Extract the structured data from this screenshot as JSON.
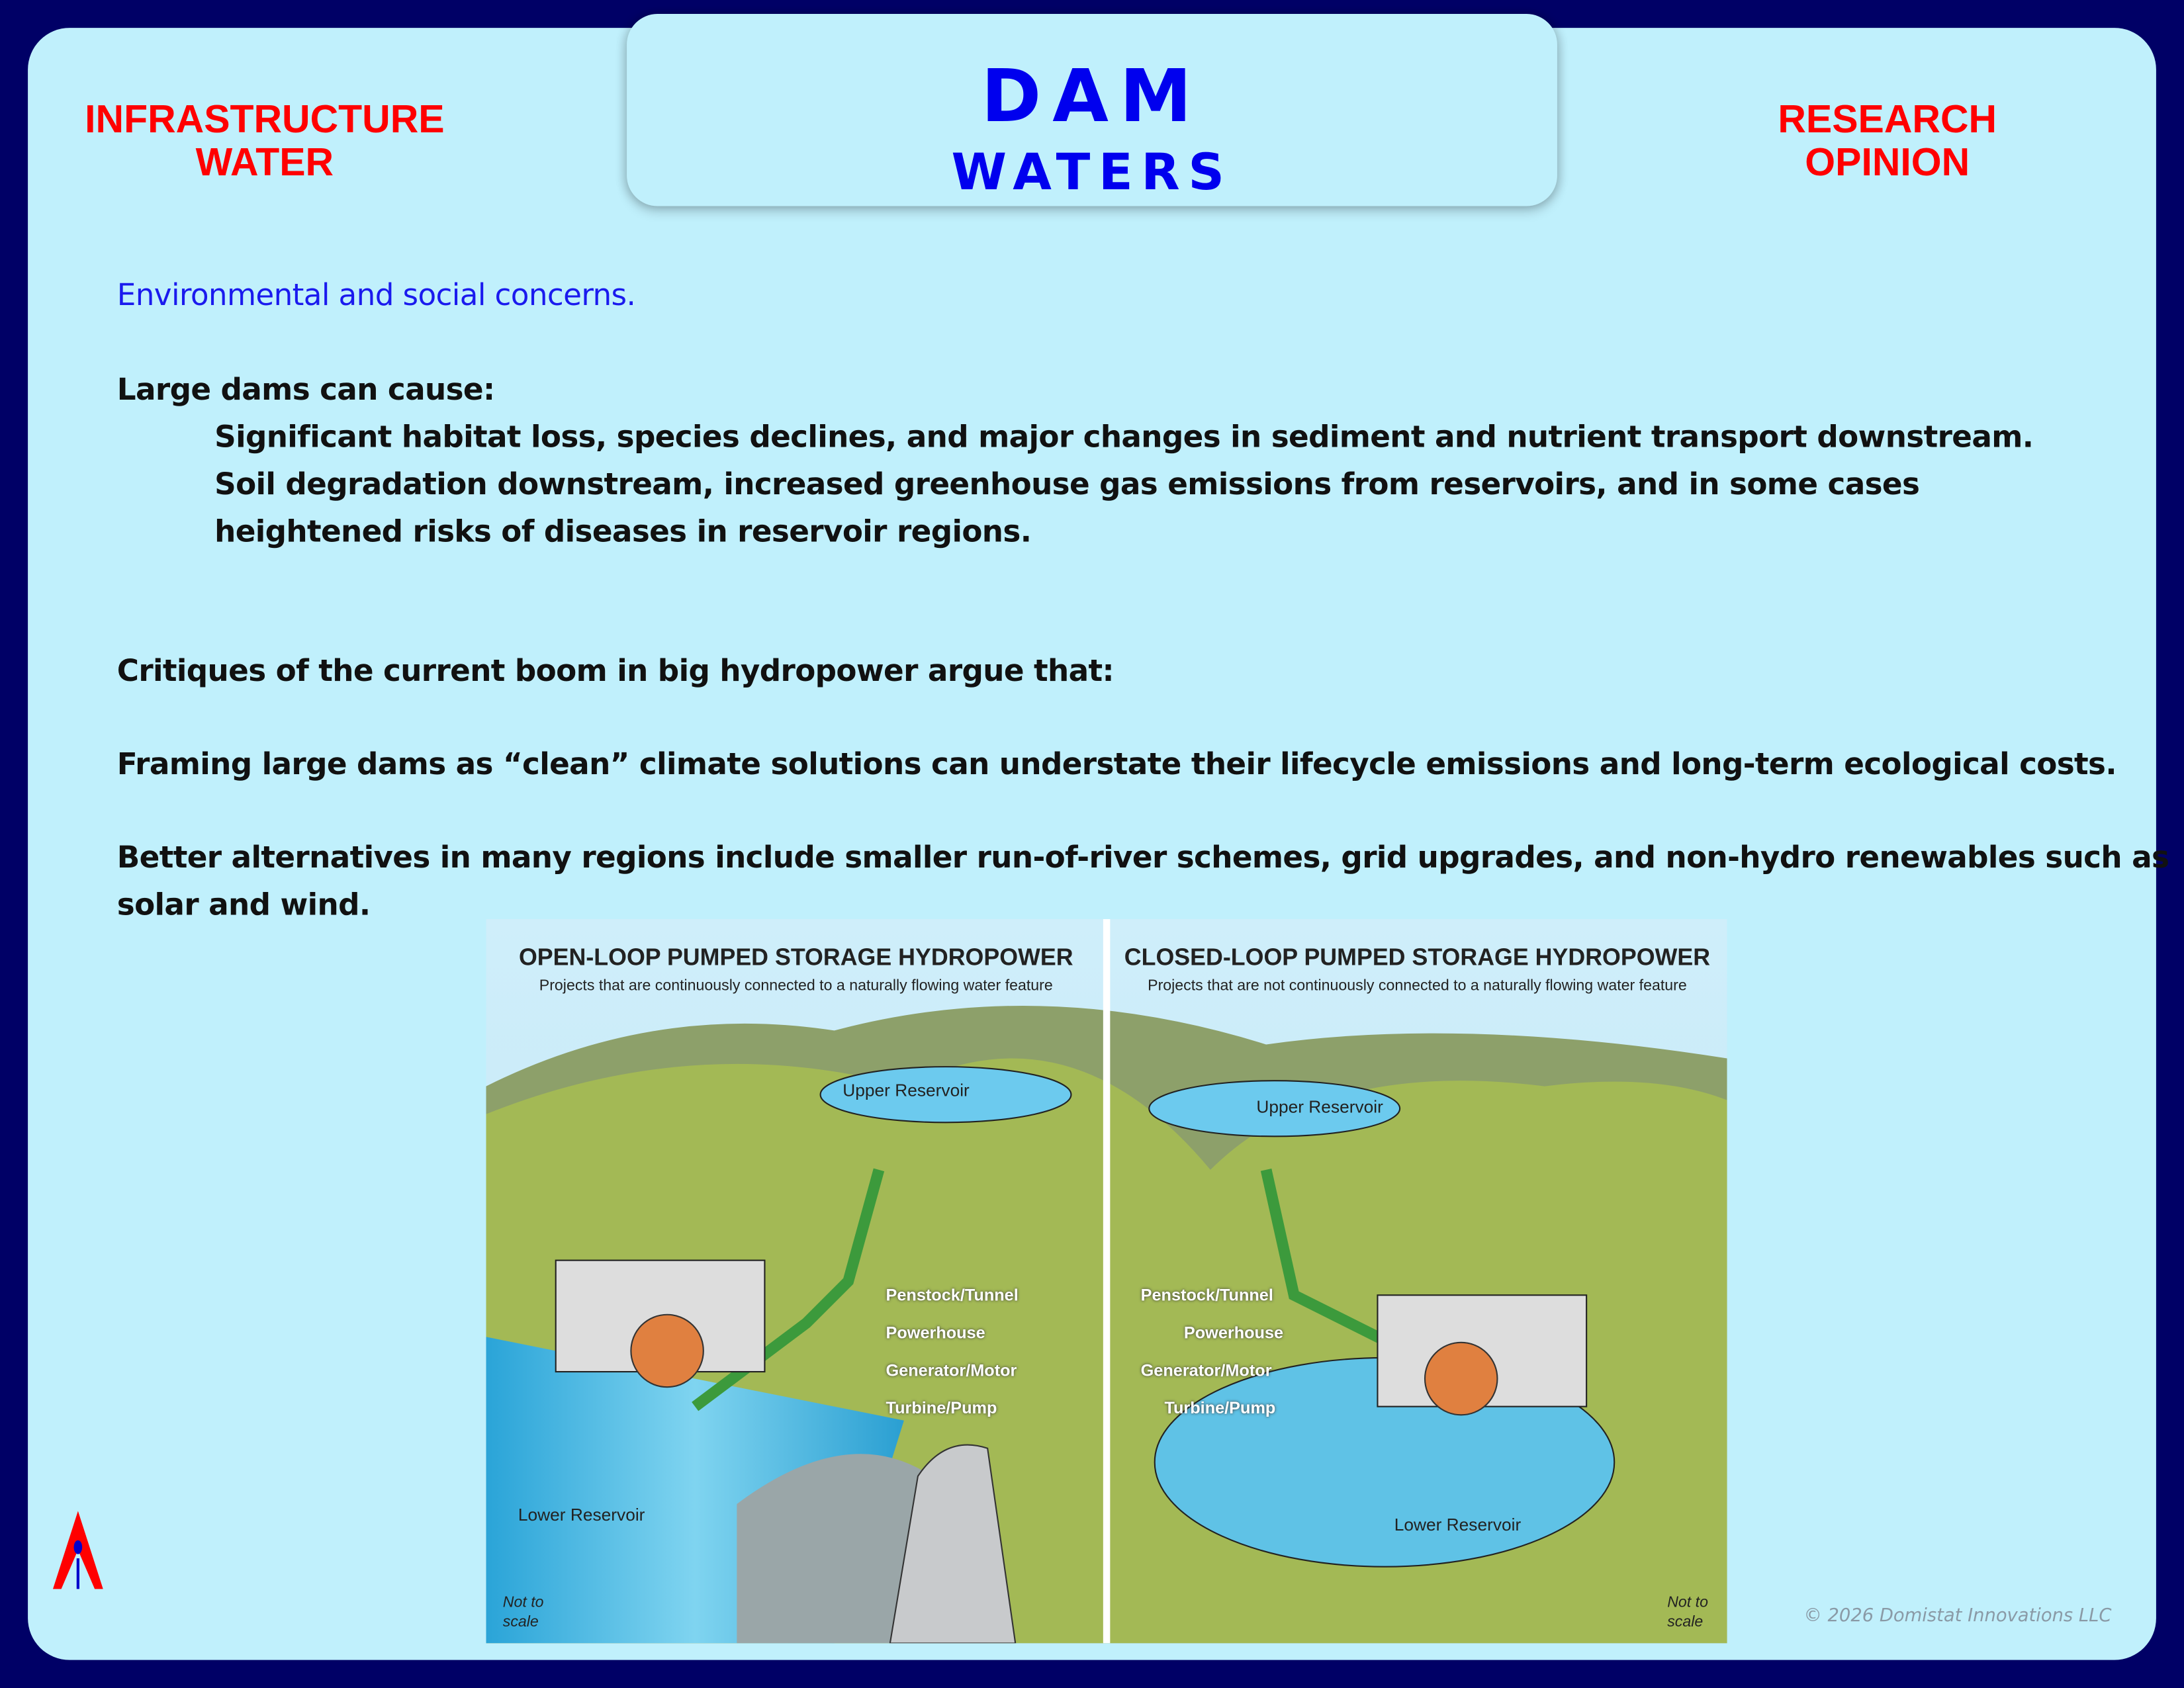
{
  "header": {
    "left_line1": "INFRASTRUCTURE",
    "left_line2": "WATER",
    "title": "DAM",
    "subtitle": "WATERS",
    "right_line1": "RESEARCH",
    "right_line2": "OPINION"
  },
  "content": {
    "heading": "Environmental and social concerns.",
    "intro": "Large dams can cause:",
    "bullet1": "Significant habitat loss, species declines, and major changes in sediment and nutrient transport downstream.",
    "bullet2a": "Soil degradation downstream, increased greenhouse gas emissions from reservoirs, and in some cases",
    "bullet2b": "heightened risks of diseases in reservoir regions.",
    "critique": "Critiques of the current boom in big hydropower argue that:",
    "point1": "Framing large dams as “clean” climate solutions can understate their lifecycle emissions and long-term ecological costs.",
    "point2a": "Better alternatives in many regions include smaller run-of-river schemes, grid upgrades, and non-hydro renewables such as",
    "point2b": "solar and wind."
  },
  "figure": {
    "left": {
      "title": "OPEN-LOOP PUMPED STORAGE HYDROPOWER",
      "subtitle": "Projects that are continuously connected to a naturally flowing water feature",
      "upper": "Upper Reservoir",
      "lower": "Lower Reservoir",
      "not_to_scale_1": "Not to",
      "not_to_scale_2": "scale"
    },
    "right": {
      "title": "CLOSED-LOOP PUMPED STORAGE HYDROPOWER",
      "subtitle": "Projects that are not continuously connected to a naturally flowing water feature",
      "upper": "Upper Reservoir",
      "lower": "Lower Reservoir",
      "not_to_scale_1": "Not to",
      "not_to_scale_2": "scale"
    },
    "labels": [
      "Penstock/Tunnel",
      "Powerhouse",
      "Generator/Motor",
      "Turbine/Pump"
    ]
  },
  "footer": {
    "copyright": "© 2026 Domistat Innovations LLC"
  },
  "colors": {
    "background": "#000066",
    "panel": "#c0f0fc",
    "accent_red": "#ff0000",
    "accent_blue": "#0000ee"
  }
}
